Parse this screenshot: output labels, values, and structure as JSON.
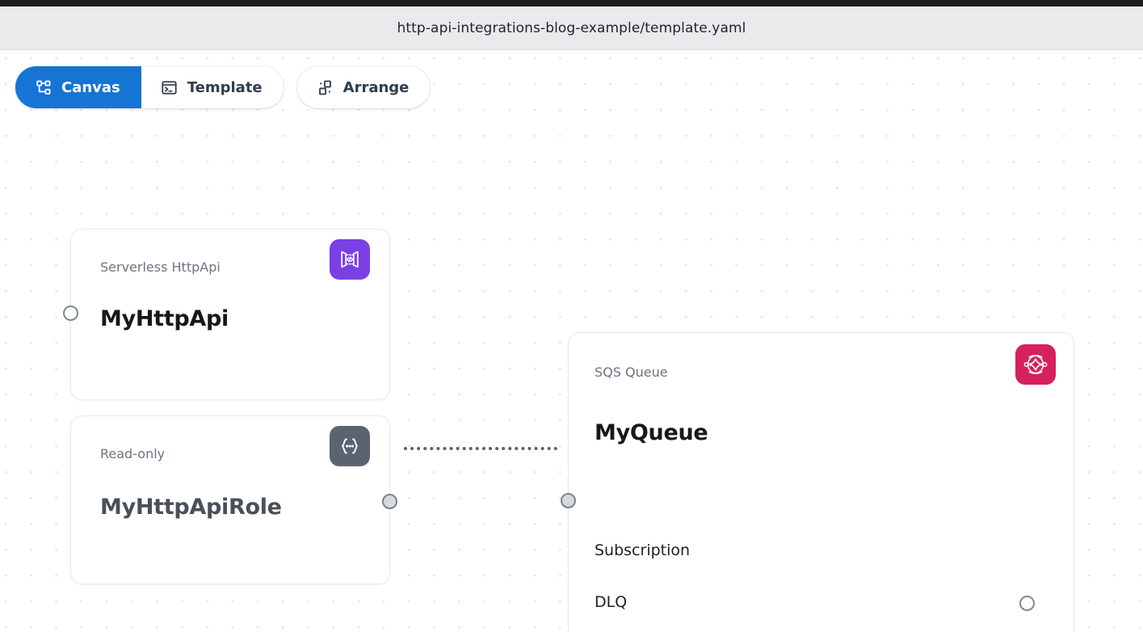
{
  "window": {
    "title": "http-api-integrations-blog-example/template.yaml"
  },
  "toolbar": {
    "buttons": [
      {
        "label": "Canvas",
        "icon": "sitemap-icon",
        "active": true
      },
      {
        "label": "Template",
        "icon": "terminal-icon",
        "active": false
      },
      {
        "label": "Arrange",
        "icon": "arrange-icon",
        "active": false
      }
    ]
  },
  "canvas": {
    "nodes": [
      {
        "id": "my-http-api",
        "type_label": "Serverless HttpApi",
        "title": "MyHttpApi",
        "icon": "api-gateway-icon",
        "icon_color": "#7b3fe4",
        "title_muted": false,
        "rows": [],
        "ports": [
          {
            "side": "left",
            "filled": false
          }
        ]
      },
      {
        "id": "my-http-api-role",
        "type_label": "Read-only",
        "title": "MyHttpApiRole",
        "icon": "iam-role-icon",
        "icon_color": "#5c6370",
        "title_muted": true,
        "rows": [],
        "ports": [
          {
            "side": "right",
            "filled": true
          }
        ]
      },
      {
        "id": "my-queue",
        "type_label": "SQS Queue",
        "title": "MyQueue",
        "icon": "sqs-queue-icon",
        "icon_color": "#d6215f",
        "title_muted": false,
        "rows": [
          {
            "label": "Subscription",
            "port": false
          },
          {
            "label": "DLQ",
            "port": true
          }
        ],
        "ports": [
          {
            "side": "left",
            "filled": true
          }
        ]
      }
    ],
    "edges": [
      {
        "from": "my-http-api-role",
        "to": "my-queue",
        "style": "dotted"
      }
    ]
  },
  "colors": {
    "accent": "#1574d4",
    "titlebar": "#e9eaec",
    "canvas_bg": "#ffffff",
    "dot_grid": "#e3e5e7",
    "port_stroke": "#7e8a90",
    "port_fill": "#d4d9dc"
  }
}
